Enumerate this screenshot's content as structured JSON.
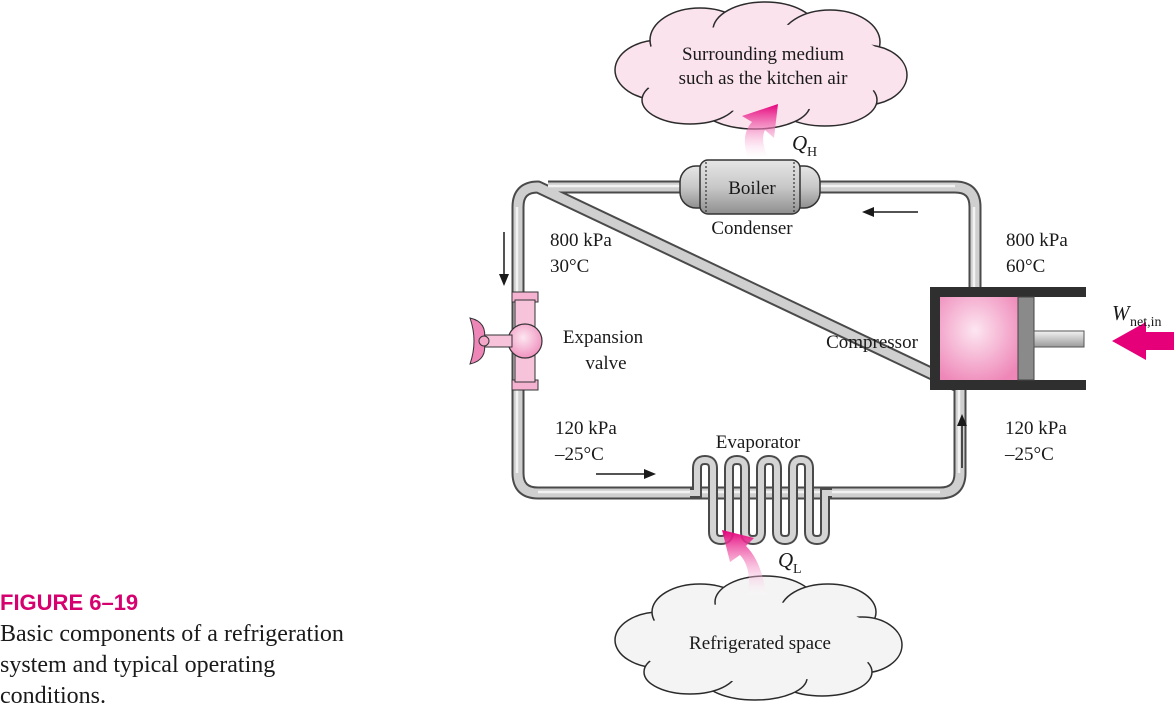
{
  "clouds": {
    "top": {
      "line1": "Surrounding medium",
      "line2": "such as the kitchen air"
    },
    "bottom": {
      "text": "Refrigerated space"
    }
  },
  "heat": {
    "qh": {
      "symbol": "Q",
      "sub": "H"
    },
    "ql": {
      "symbol": "Q",
      "sub": "L"
    }
  },
  "components": {
    "condenser_body": "Boiler",
    "condenser": "Condenser",
    "evaporator": "Evaporator",
    "expansion_valve": {
      "line1": "Expansion",
      "line2": "valve"
    },
    "compressor": "Compressor"
  },
  "states": {
    "condenser_exit": {
      "pressure": "800 kPa",
      "temperature": "30°C"
    },
    "compressor_exit": {
      "pressure": "800 kPa",
      "temperature": "60°C"
    },
    "valve_exit": {
      "pressure": "120 kPa",
      "temperature": "–25°C"
    },
    "compressor_inlet": {
      "pressure": "120 kPa",
      "temperature": "–25°C"
    }
  },
  "work": {
    "symbol": "W",
    "sub": "net,in"
  },
  "figure": {
    "number": "FIGURE 6–19",
    "caption_lines": [
      "Basic components of a refrigeration",
      "system and typical operating",
      "conditions."
    ]
  },
  "colors": {
    "accent": "#d6006f",
    "pink_fill": "#f9c4dc",
    "pipe": "#9a9a9a",
    "cloud": "#f7f7f7"
  }
}
